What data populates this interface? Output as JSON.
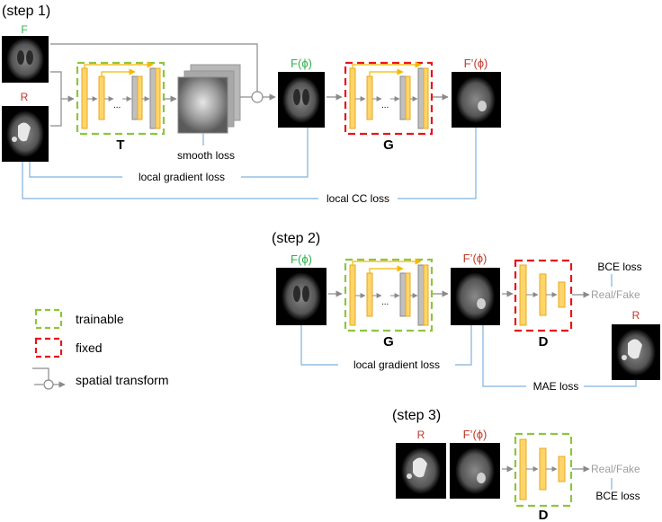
{
  "steps": {
    "step1": "(step 1)",
    "step2": "(step 2)",
    "step3": "(step 3)"
  },
  "images": {
    "F": "F",
    "R": "R",
    "F_phi": "F(ϕ)",
    "F_prime_phi": "F’(ϕ)"
  },
  "networks": {
    "T": "T",
    "G": "G",
    "D": "D",
    "ellipsis": "..."
  },
  "losses": {
    "smooth": "smooth loss",
    "local_gradient": "local gradient loss",
    "local_cc": "local CC loss",
    "bce": "BCE loss",
    "mae": "MAE loss"
  },
  "outputs": {
    "real_fake": "Real/Fake"
  },
  "legend": {
    "trainable": "trainable",
    "fixed": "fixed",
    "spatial_transform": "spatial transform"
  },
  "colors": {
    "trainable_box": "#8CC63F",
    "fixed_box": "#E8141B",
    "green_label": "#2DB34A",
    "red_label": "#C0392B",
    "loss_line": "#7FB2DE",
    "block_fill": "#FDD56A",
    "block_stroke": "#E9A820",
    "arrow_yellow": "#F5B800",
    "gray_arrow": "#8A8A8A",
    "gray_text": "#9E9E9E"
  }
}
